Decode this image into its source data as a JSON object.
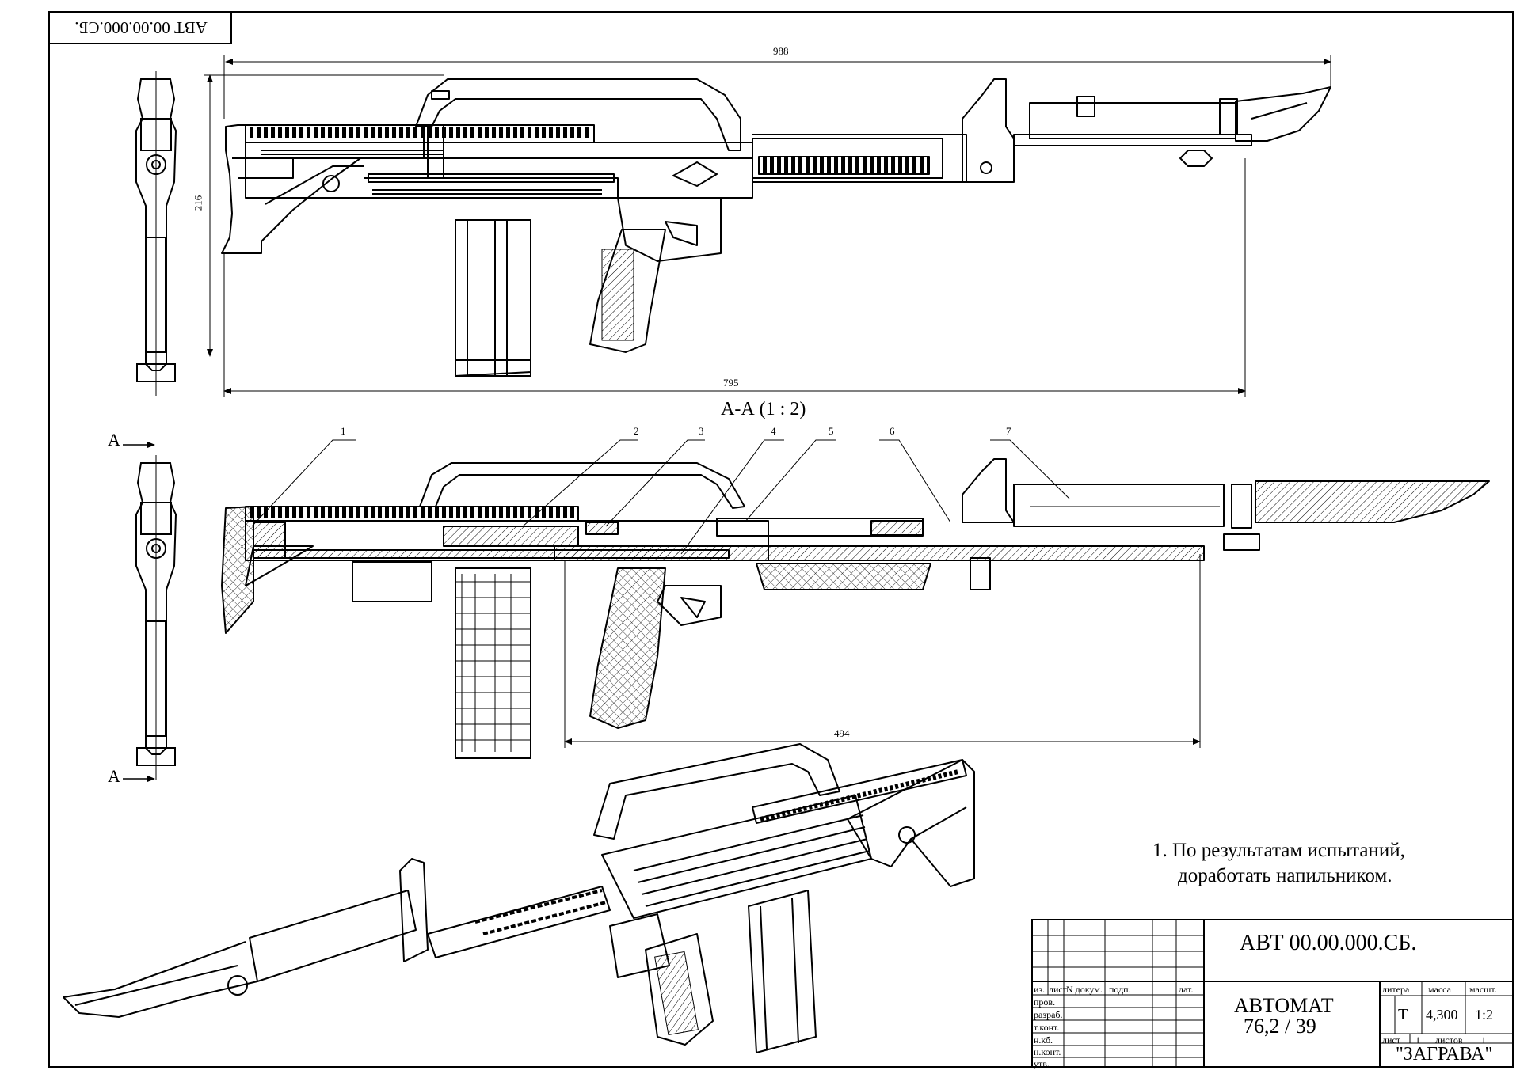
{
  "drawing": {
    "corner_code": "АВТ   00.00.000.СБ.",
    "section_title": "А-А (1 : 2)",
    "section_marker": "А",
    "dimensions": {
      "overall_length": "988",
      "height": "216",
      "folded_length": "795",
      "barrel_span": "494"
    },
    "leaders": [
      "1",
      "2",
      "3",
      "4",
      "5",
      "6",
      "7"
    ],
    "notes": [
      "1. По результатам испытаний,",
      "доработать напильником."
    ]
  },
  "title_block": {
    "designation": "АВТ   00.00.000.СБ.",
    "name_line1": "АВТОМАТ",
    "name_line2": "76,2 / 39",
    "col_headers": {
      "iz": "из.",
      "list": "лист",
      "ndoc": "N  докум.",
      "podp": "подп.",
      "dat": "дат."
    },
    "rows": [
      "пров.",
      "разраб.",
      "т.конт.",
      "н.кб.",
      "н.конт.",
      "утв."
    ],
    "litera_label": "литера",
    "mass_label": "масса",
    "scale_label": "масшт.",
    "litera_value": "Т",
    "mass_value": "4,300",
    "scale_value": "1:2",
    "sheet_label": "лист",
    "sheet_value": "1",
    "sheets_label": "листов",
    "sheets_value": "1",
    "organization": "\"ЗАГРАВА\""
  }
}
